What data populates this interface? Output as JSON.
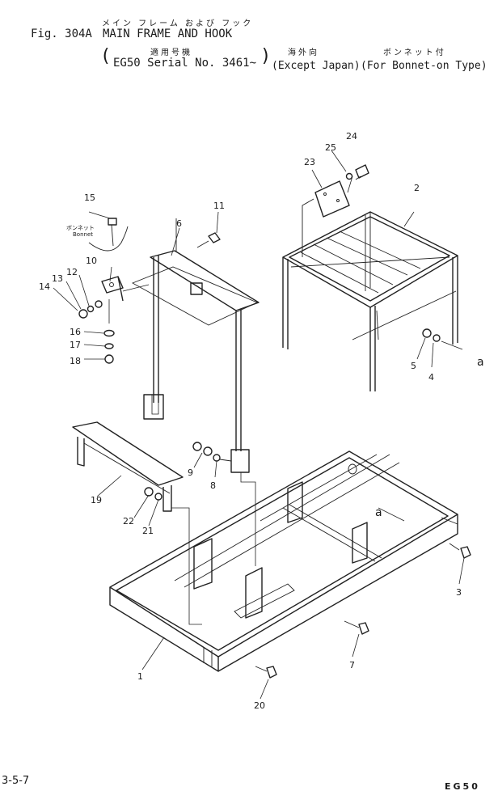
{
  "header": {
    "fig_label": "Fig. 304A",
    "title": "MAIN FRAME AND HOOK",
    "title_jp": "メイン フレーム および フック",
    "serial_jp": "適用号機",
    "except_jp": "海外向",
    "bonnet_jp": "ボンネット付",
    "paren_open": "(",
    "serial": "EG50 Serial No. 3461~",
    "paren_close": ")",
    "except": "(Except Japan)",
    "bonnet": "(For Bonnet-on Type)"
  },
  "callouts": {
    "c1": "1",
    "c2": "2",
    "c3": "3",
    "c4": "4",
    "c5": "5",
    "c6": "6",
    "c7": "7",
    "c8": "8",
    "c9": "9",
    "c10": "10",
    "c11": "11",
    "c12": "12",
    "c13": "13",
    "c14": "14",
    "c15": "15",
    "c16": "16",
    "c17": "17",
    "c18": "18",
    "c19": "19",
    "c20": "20",
    "c21": "21",
    "c22": "22",
    "c23": "23",
    "c24": "24",
    "c25": "25",
    "ref_a1": "a",
    "ref_a2": "a"
  },
  "bonnet_label_jp": "ボンネット",
  "bonnet_label": "Bonnet",
  "footer": {
    "page": "3-5-7",
    "model": "EG50"
  }
}
